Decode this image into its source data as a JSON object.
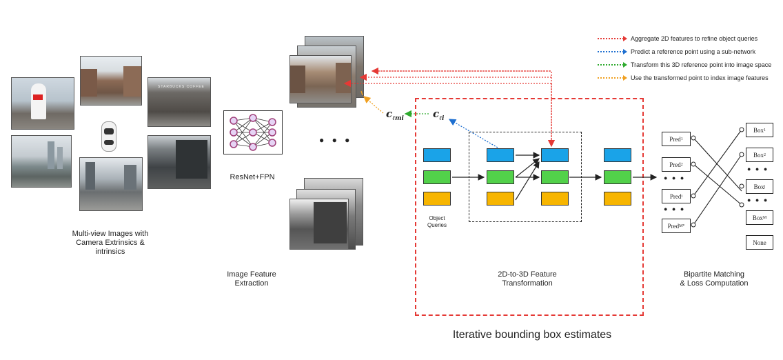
{
  "legend": [
    {
      "text": "Aggregate 2D features to refine object queries",
      "color": "#e53935"
    },
    {
      "text": "Predict a reference point using a sub-network",
      "color": "#1e6fd0"
    },
    {
      "text": "Transform this 3D reference point into image space",
      "color": "#2eaa2e"
    },
    {
      "text": "Use the transformed point to index image features",
      "color": "#f0a020"
    }
  ],
  "captions": {
    "multiview": "Multi-view Images with\nCamera Extrinsics &\nintrinsics",
    "resnet": "ResNet+FPN",
    "feature_extraction": "Image Feature\nExtraction",
    "object_queries": "Object\nQueries",
    "transform": "2D-to-3D Feature\nTransformation",
    "bipartite": "Bipartite Matching\n& Loss Computation",
    "iterative": "Iterative bounding box estimates"
  },
  "math": {
    "c_lmi_base": "c",
    "c_lmi_sub": "ℓmi",
    "c_li_base": "c",
    "c_li_sub": "ℓi"
  },
  "preds": [
    {
      "base": "Pred",
      "sub": "1"
    },
    {
      "base": "Pred",
      "sub": "2"
    },
    {
      "base": "Pred",
      "sub": "i"
    },
    {
      "base": "Pred",
      "sub": "M*"
    }
  ],
  "boxes": [
    {
      "base": "Box",
      "sub": "1"
    },
    {
      "base": "Box",
      "sub": "2"
    },
    {
      "base": "Box",
      "sub": "j"
    },
    {
      "base": "Box",
      "sub": "M"
    },
    {
      "base": "None",
      "sub": ""
    }
  ],
  "photo_text": {
    "sign": "STARBUCKS COFFEE"
  },
  "ellipsis": "● ● ●",
  "dots": "● ● ●",
  "colors": {
    "red_dash": "#e53935",
    "blue": "#1aa3e8",
    "green": "#52d14a",
    "yellow": "#f7b500"
  }
}
